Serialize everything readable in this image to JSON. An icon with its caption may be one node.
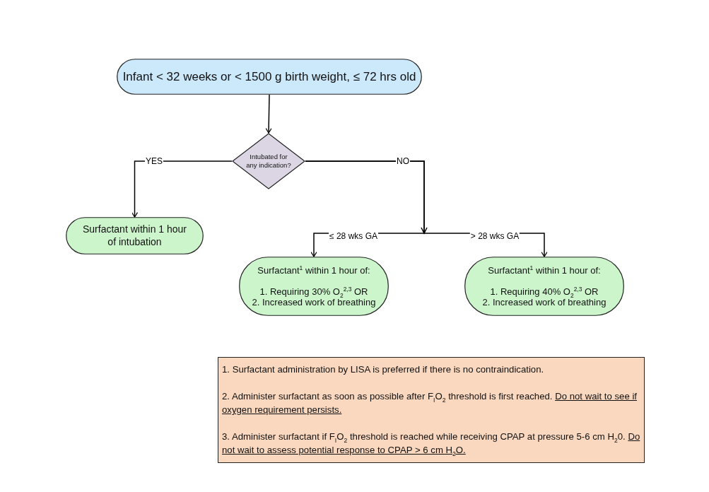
{
  "diagram": {
    "nodes": [
      {
        "text": [
          "Infant < 32 weeks or < 1500 g birth weight, ≤ 72 hrs old"
        ]
      },
      {
        "text": [
          "Intubated for any indication?"
        ]
      },
      {
        "text": [
          "Surfactant within 1 hour of intubation"
        ]
      },
      {
        "text": [
          "Surfactant$^{1}$ within 1 hour of:",
          "1.  Requiring 30% O$_{2}$$^{2,3}$ OR",
          "2.  Increased work of breathing"
        ]
      },
      {
        "text": [
          "Surfactant$^{1}$ within 1 hour of:",
          "1.  Requiring 40% O$_{2}$$^{2,3}$ OR",
          "2.  Increased work of breathing"
        ]
      },
      {
        "text": [
          "1.  Surfactant administration by LISA is preferred if there is no contraindication.",
          "2.  Administer surfactant as soon as possible after F$_{I}$O$_{2}$ threshold is first reached. ",
          "Do not wait to see if oxygen requirement persists.",
          "3.  Administer surfactant if F$_{I}$O$_{2}$ threshold is reached while receiving CPAP at pressure 5-6 cm H$_{2}$0. ",
          "Do not wait to assess potential response to CPAP > 6 cm H$_{2}$O."
        ]
      }
    ],
    "edges": [
      {
        "from": 0,
        "to": 1,
        "arrow": "to"
      },
      {
        "from": 1,
        "to": 2,
        "arrow": "to",
        "label": "YES"
      },
      {
        "from": 1,
        "to": 3,
        "arrow": "to",
        "label": "≤ 28 wks GA"
      },
      {
        "from": 1,
        "to": 4,
        "arrow": "to",
        "label": "> 28 wks GA"
      }
    ],
    "labels": [
      "NO"
    ]
  }
}
